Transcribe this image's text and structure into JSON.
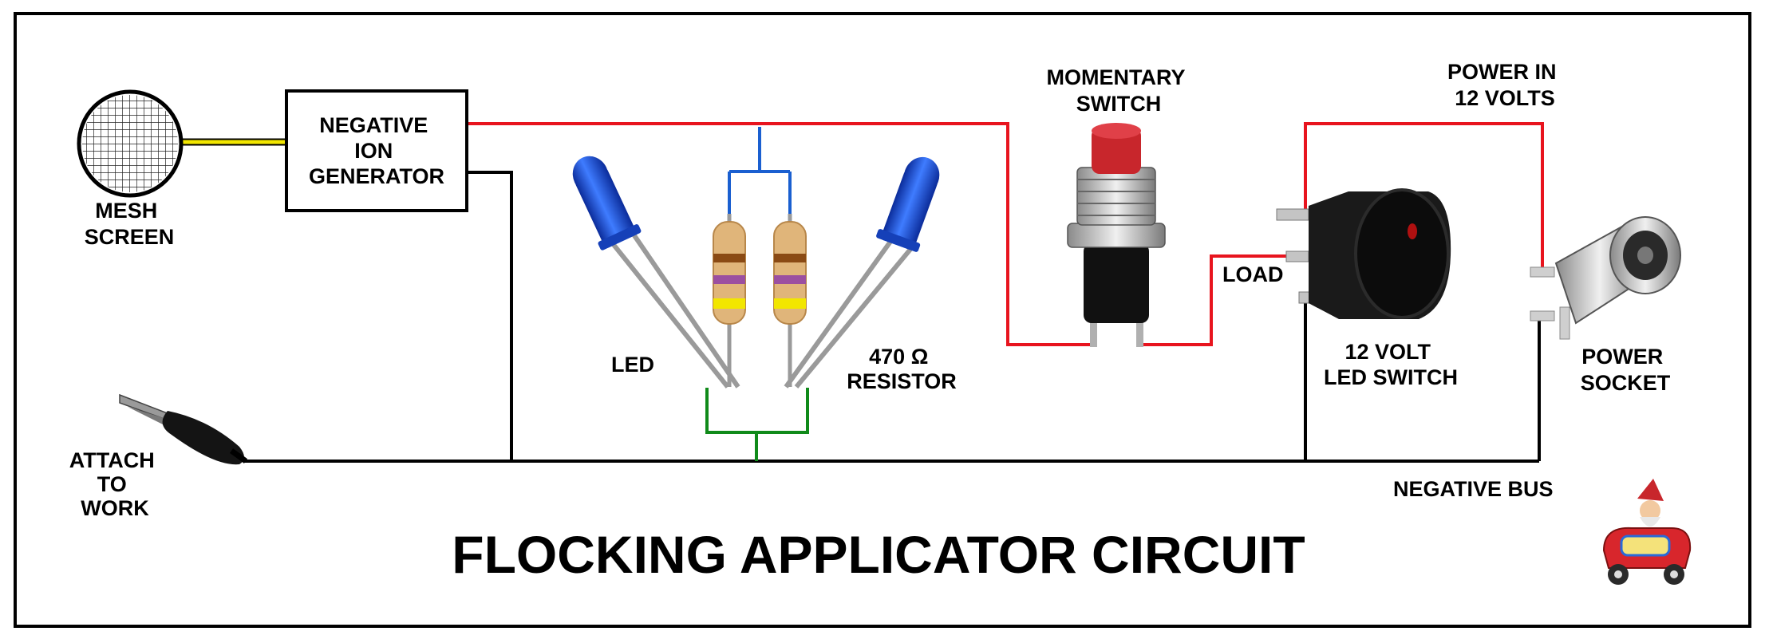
{
  "title": "FLOCKING APPLICATOR CIRCUIT",
  "labels": {
    "mesh_screen": [
      "MESH",
      "SCREEN"
    ],
    "ion_generator": [
      "NEGATIVE",
      "ION",
      "GENERATOR"
    ],
    "led": "LED",
    "resistor": [
      "470 Ω",
      "RESISTOR"
    ],
    "momentary_switch": [
      "MOMENTARY",
      "SWITCH"
    ],
    "load": "LOAD",
    "power_in": [
      "POWER IN",
      "12 VOLTS"
    ],
    "led_switch": [
      "12 VOLT",
      "LED SWITCH"
    ],
    "power_socket": [
      "POWER",
      "SOCKET"
    ],
    "attach": [
      "ATTACH",
      "TO",
      "WORK"
    ],
    "negative_bus": "NEGATIVE BUS"
  },
  "colors": {
    "positive_wire": "#e8141e",
    "negative_wire": "#000000",
    "led_link_wire": "#1a5fd0",
    "resistor_link_wire": "#108a1a",
    "hv_wire": "#f2e600",
    "led_body": "#1d4fd8",
    "button": "#c8262c",
    "resistor_body": "#e0b57a",
    "band_brown": "#8a4a14",
    "band_violet": "#9b4fa0",
    "band_yellow": "#f2e600"
  },
  "icons": [
    "mesh-screen-icon",
    "led-icon",
    "resistor-icon",
    "momentary-switch-icon",
    "rocker-switch-icon",
    "power-socket-icon",
    "alligator-clip-icon",
    "gnome-car-icon"
  ]
}
